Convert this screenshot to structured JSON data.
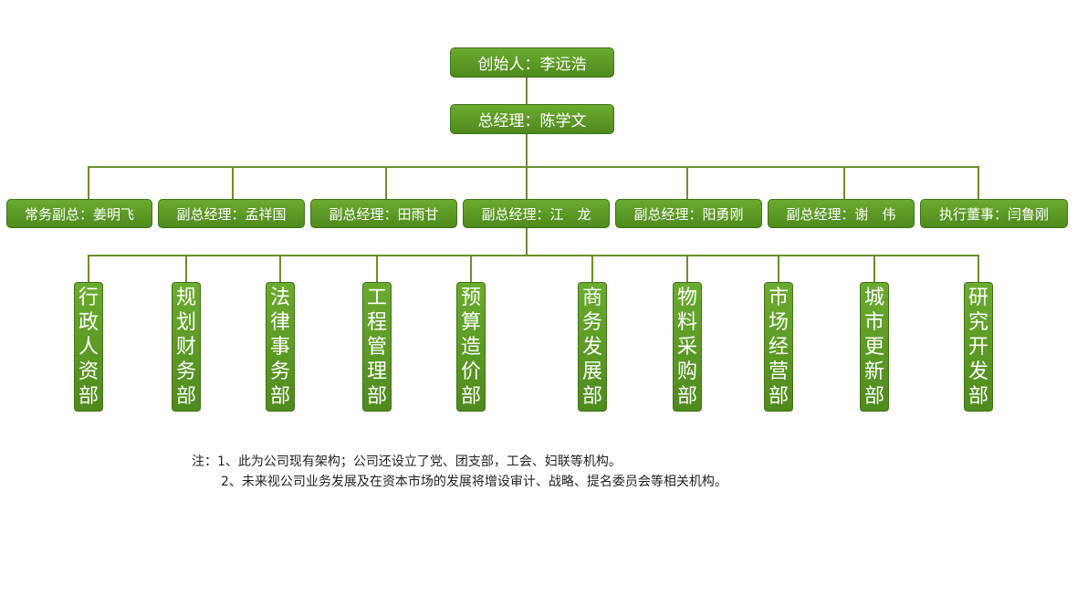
{
  "founder": "创始人：李远浩",
  "gm": "总经理：陈学文",
  "managers": [
    "常务副总：姜明飞",
    "副总经理：孟祥国",
    "副总经理：田雨甘",
    "副总经理：江　龙",
    "副总经理：阳勇刚",
    "副总经理：谢　伟",
    "执行董事：闫鲁刚"
  ],
  "departments": [
    "行政人资部",
    "规划财务部",
    "法律事务部",
    "工程管理部",
    "预算造价部",
    "商务发展部",
    "物料采购部",
    "市场经营部",
    "城市更新部",
    "研究开发部"
  ],
  "notes": {
    "line1": "注：1、此为公司现有架构；公司还设立了党、团支部，工会、妇联等机构。",
    "line2": "2、未来视公司业务发展及在资本市场的发展将增设审计、战略、提名委员会等相关机构。"
  },
  "colors": {
    "box": "#5a9b25",
    "line": "#6a8f2c"
  }
}
